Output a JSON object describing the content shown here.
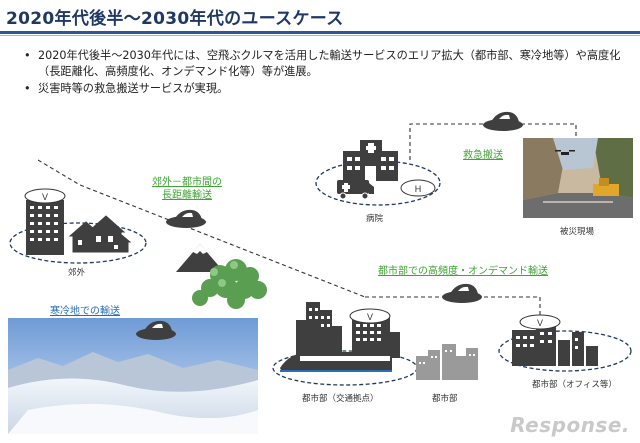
{
  "slide": {
    "title": "2020年代後半～2030年代のユースケース",
    "bullets": [
      {
        "marker": "•",
        "text": "2020年代後半～2030年代には、空飛ぶクルマを活用した輸送サービスのエリア拡大（都市部、寒冷地等）や高度化（長距離化、高頻度化、オンデマンド化等）等が進展。"
      },
      {
        "marker": "•",
        "text": "災害時等の救急搬送サービスが実現。"
      }
    ]
  },
  "diagram": {
    "use_cases": {
      "long_distance": "郊外－都市間の\n長距離輸送",
      "cold_region": "寒冷地での輸送",
      "emergency": "救急搬送",
      "urban_on_demand": "都市部での高頻度・オンデマンド輸送"
    },
    "places": {
      "suburb": "郊外",
      "hospital": "病院",
      "disaster_site": "被災現場",
      "urban_hub": "都市部（交通拠点）",
      "urban": "都市部",
      "urban_office": "都市部（オフィス等）"
    },
    "pad_markers": {
      "vertiport": "V",
      "heliport": "H"
    },
    "colors": {
      "green": "#3fa535",
      "blue": "#2a6ebb",
      "navy": "#1f3864",
      "building": "#3f3f3f",
      "building_light": "#9a9a9a",
      "tree": "#5a9e52"
    }
  },
  "watermark": {
    "logo_text": "Response."
  }
}
